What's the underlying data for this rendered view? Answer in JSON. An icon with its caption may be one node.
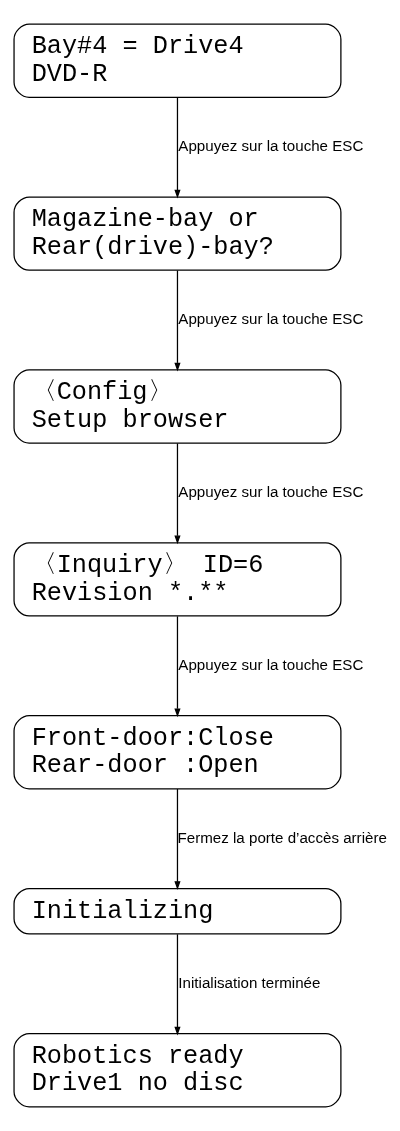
{
  "diagram": {
    "nodes": [
      {
        "text": [
          "Bay#4 = Drive4",
          "DVD-R"
        ]
      },
      {
        "text": [
          "Magazine-bay or",
          "Rear(drive)-bay?"
        ]
      },
      {
        "text": [
          "〈Config〉",
          "Setup browser"
        ]
      },
      {
        "text": [
          "〈Inquiry〉 ID=6",
          "Revision *.**"
        ]
      },
      {
        "text": [
          "Front-door:Close",
          "Rear-door :Open"
        ]
      },
      {
        "text": [
          "Initializing"
        ]
      },
      {
        "text": [
          "Robotics ready",
          "Drive1 no disc"
        ]
      }
    ],
    "edges": [
      {
        "from": 0,
        "to": 1,
        "arrow": "to",
        "label": "Appuyez sur la touche ESC"
      },
      {
        "from": 1,
        "to": 2,
        "arrow": "to",
        "label": "Appuyez sur la touche ESC"
      },
      {
        "from": 2,
        "to": 3,
        "arrow": "to",
        "label": "Appuyez sur la touche ESC"
      },
      {
        "from": 3,
        "to": 4,
        "arrow": "to",
        "label": "Appuyez sur la touche ESC"
      },
      {
        "from": 4,
        "to": 5,
        "arrow": "to",
        "label": "Fermez la porte d’accès arrière"
      },
      {
        "from": 5,
        "to": 6,
        "arrow": "to",
        "label": "Initialisation terminée"
      }
    ]
  }
}
